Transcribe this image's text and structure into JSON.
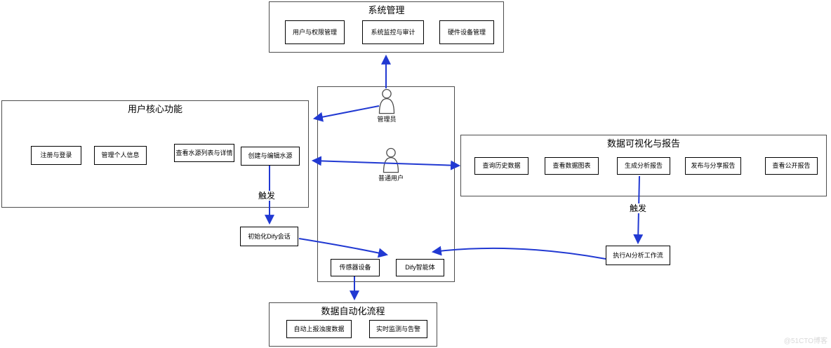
{
  "watermark": {
    "text": "@51CTO博客"
  },
  "colors": {
    "arrow": "#2139d2",
    "leaf_border": "#000000",
    "container_border": "#4d4d4d",
    "watermark_text": "#d9d9d9"
  },
  "labels": {
    "trigger": "触发"
  },
  "actors": [
    {
      "id": "admin",
      "label": "管理员"
    },
    {
      "id": "normal-user",
      "label": "普通用户"
    }
  ],
  "groups": {
    "system_management": {
      "title": "系统管理",
      "items": [
        {
          "label": "用户与权限管理"
        },
        {
          "label": "系统监控与审计"
        },
        {
          "label": "硬件设备管理"
        }
      ]
    },
    "user_core": {
      "title": "用户核心功能",
      "items": [
        {
          "label": "注册与登录"
        },
        {
          "label": "管理个人信息"
        },
        {
          "label": "查看水源列表与详情"
        },
        {
          "label": "创建与编辑水源"
        }
      ]
    },
    "data_viz": {
      "title": "数据可视化与报告",
      "items": [
        {
          "label": "查询历史数据"
        },
        {
          "label": "查看数据图表"
        },
        {
          "label": "生成分析报告"
        },
        {
          "label": "发布与分享报告"
        },
        {
          "label": "查看公开报告"
        }
      ]
    },
    "data_automation": {
      "title": "数据自动化流程",
      "items": [
        {
          "label": "自动上报浊度数据"
        },
        {
          "label": "实时监测与告警"
        }
      ]
    }
  },
  "nodes": {
    "init_dify": {
      "label": "初始化Dify会话"
    },
    "sensor": {
      "label": "传感器设备"
    },
    "dify_agent": {
      "label": "Dify智能体"
    },
    "run_ai_workflow": {
      "label": "执行AI分析工作流"
    }
  }
}
